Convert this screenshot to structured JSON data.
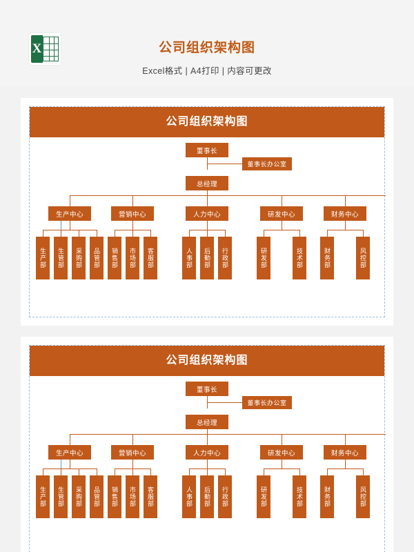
{
  "header": {
    "logo_letter": "X",
    "title": "公司组织架构图",
    "subtitle": "Excel格式 | A4打印 | 内容可更改"
  },
  "colors": {
    "accent": "#c0591a",
    "title_text": "#c05a14",
    "border_dash": "#9bbbd8",
    "connector_blue": "#5b9bd5",
    "logo_green": "#1e7145",
    "page_bg": "#f2f2f2"
  },
  "chart_data": {
    "type": "diagram",
    "title": "公司组织架构图",
    "root": "董事长",
    "aside": "董事长办公室",
    "second": "总经理",
    "centers": [
      "生产中心",
      "营销中心",
      "人力中心",
      "研发中心",
      "财务中心"
    ],
    "departments": {
      "生产中心": [
        "生产部",
        "生管部",
        "采购部",
        "品管部"
      ],
      "营销中心": [
        "销售部",
        "市场部",
        "客服部"
      ],
      "人力中心": [
        "人事部",
        "后勤部",
        "行政部"
      ],
      "研发中心": [
        "研发部",
        "技术部"
      ],
      "财务中心": [
        "财务部",
        "风控部"
      ]
    }
  },
  "charts": [
    {
      "title": "公司组织架构图",
      "nodes": {
        "chairman": "董事长",
        "chairman_office": "董事长办公室",
        "gm": "总经理",
        "centers": [
          "生产中心",
          "营销中心",
          "人力中心",
          "研发中心",
          "财务中心"
        ],
        "leaves": [
          "生产部",
          "生管部",
          "采购部",
          "品管部",
          "销售部",
          "市场部",
          "客服部",
          "人事部",
          "后勤部",
          "行政部",
          "研发部",
          "技术部",
          "财务部",
          "风控部"
        ]
      }
    },
    {
      "title": "公司组织架构图",
      "nodes": {
        "chairman": "董事长",
        "chairman_office": "董事长办公室",
        "gm": "总经理",
        "centers": [
          "生产中心",
          "营销中心",
          "人力中心",
          "研发中心",
          "财务中心"
        ],
        "leaves": [
          "生产部",
          "生管部",
          "采购部",
          "品管部",
          "销售部",
          "市场部",
          "客服部",
          "人事部",
          "后勤部",
          "行政部",
          "研发部",
          "技术部",
          "财务部",
          "风控部"
        ]
      }
    }
  ]
}
